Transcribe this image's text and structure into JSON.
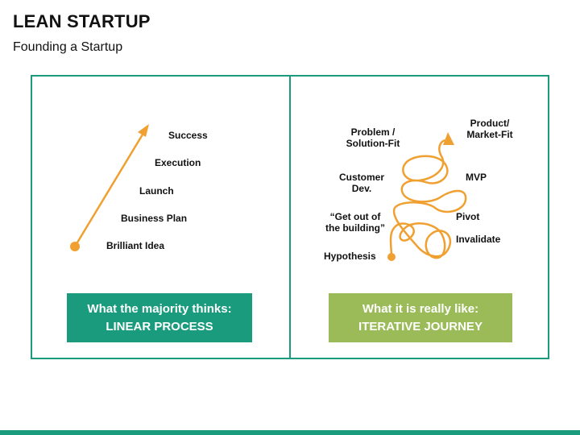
{
  "title": "LEAN STARTUP",
  "subtitle": "Founding a Startup",
  "colors": {
    "accent": "#1a9b7d",
    "secondary": "#9bbb59",
    "arrow": "#f0a030"
  },
  "linear": {
    "steps": [
      "Brilliant Idea",
      "Business Plan",
      "Launch",
      "Execution",
      "Success"
    ],
    "caption_line1": "What the majority thinks:",
    "caption_line2": "LINEAR PROCESS"
  },
  "iterative": {
    "left_labels": {
      "problem": "Problem /",
      "solution": "Solution-Fit",
      "customer": "Customer",
      "dev": "Dev.",
      "getout": "“Get out of",
      "building": "the building”",
      "hypothesis": "Hypothesis"
    },
    "right_labels": {
      "product": "Product/",
      "market": "Market-Fit",
      "mvp": "MVP",
      "pivot": "Pivot",
      "invalidate": "Invalidate"
    },
    "caption_line1": "What it is really like:",
    "caption_line2": "ITERATIVE JOURNEY"
  }
}
